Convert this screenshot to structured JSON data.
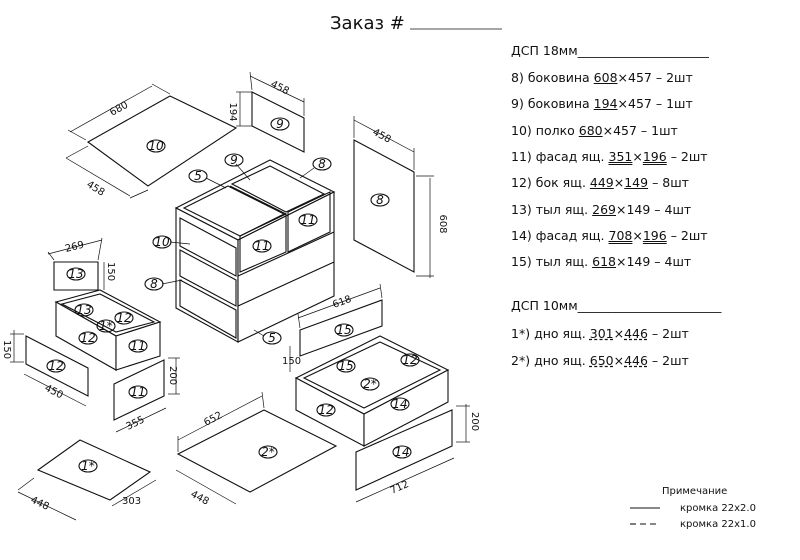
{
  "title": "Заказ #",
  "dsp18": {
    "header": "ДСП 18мм",
    "rows": [
      {
        "num": "8)",
        "name": "боковина",
        "dim1": "608",
        "x": "×",
        "dim2": "457",
        "qty": "– 2шт",
        "u1": "single",
        "u2": "none"
      },
      {
        "num": "9)",
        "name": "боковина",
        "dim1": "194",
        "x": "×",
        "dim2": "457",
        "qty": "– 1шт",
        "u1": "single",
        "u2": "none"
      },
      {
        "num": "10)",
        "name": "полко",
        "dim1": "680",
        "x": "×",
        "dim2": "457",
        "qty": "– 1шт",
        "u1": "single",
        "u2": "none"
      },
      {
        "num": "11)",
        "name": "фасад ящ.",
        "dim1": "351",
        "x": "×",
        "dim2": "196",
        "qty": "– 2шт",
        "u1": "double",
        "u2": "double"
      },
      {
        "num": "12)",
        "name": "бок ящ.",
        "dim1": "449",
        "x": "×",
        "dim2": "149",
        "qty": "– 8шт",
        "u1": "single",
        "u2": "single"
      },
      {
        "num": "13)",
        "name": "тыл ящ.",
        "dim1": "269",
        "x": "×",
        "dim2": "149",
        "qty": "– 4шт",
        "u1": "single",
        "u2": "none"
      },
      {
        "num": "14)",
        "name": "фасад ящ.",
        "dim1": "708",
        "x": "×",
        "dim2": "196",
        "qty": "– 2шт",
        "u1": "double",
        "u2": "double"
      },
      {
        "num": "15)",
        "name": "тыл ящ.",
        "dim1": "618",
        "x": "×",
        "dim2": "149",
        "qty": "– 4шт",
        "u1": "single",
        "u2": "none"
      }
    ]
  },
  "dsp10": {
    "header": "ДСП 10мм",
    "rows": [
      {
        "num": "1*)",
        "name": "дно ящ.",
        "dim1": "301",
        "x": "×",
        "dim2": "446",
        "qty": "– 2шт",
        "u1": "dashed",
        "u2": "dashed"
      },
      {
        "num": "2*)",
        "name": "дно ящ.",
        "dim1": "650",
        "x": "×",
        "dim2": "446",
        "qty": "– 2шт",
        "u1": "dashed",
        "u2": "dashed"
      }
    ]
  },
  "note": {
    "title": "Примечание",
    "solid": "кромка 22х2.0",
    "dashed": "кромка 22х1.0"
  },
  "drawing": {
    "dims": {
      "top_680": "680",
      "top_458": "458",
      "p9_458": "458",
      "p9_194": "194",
      "p8_458": "458",
      "p8_608": "608",
      "s13_269": "269",
      "s13_150": "150",
      "s12_150": "150",
      "s12_450": "450",
      "s11_200": "200",
      "s11_355": "355",
      "s15_618": "618",
      "s15_150": "150",
      "s14_200": "200",
      "s14_712": "712",
      "b1_448": "448",
      "b1_303": "303",
      "b2_652": "652",
      "b2_448": "448"
    },
    "labels": {
      "n10_top": "10",
      "n9_panel": "9",
      "n8_panel": "8",
      "n5_a": "5",
      "n9_cab": "9",
      "n8_cab_top": "8",
      "n11_cab_top": "11",
      "n11_cab_mid": "11",
      "n10_cab": "10",
      "n8_cab_side": "8",
      "n5_b": "5",
      "n13_part": "13",
      "n13_box": "13",
      "n12_box": "12",
      "n1_box": "1*",
      "n12_box_b": "12",
      "n11_box": "11",
      "n12_part": "12",
      "n11_part": "11",
      "n15_part": "15",
      "n15_box": "15",
      "n12_lbox": "12",
      "n2_box": "2*",
      "n12_lbox_b": "12",
      "n14_box": "14",
      "n14_part": "14",
      "n1_panel": "1*",
      "n2_panel": "2*"
    }
  }
}
